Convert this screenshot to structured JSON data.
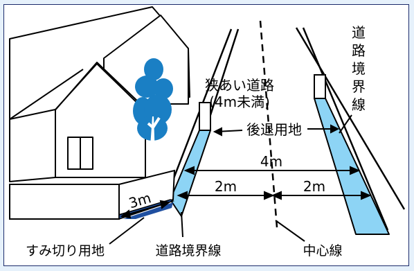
{
  "labels": {
    "narrow_road_line1": "狭あい道路",
    "narrow_road_line2": "(4m未満)",
    "setback_land": "後退用地",
    "boundary_vertical": [
      "道",
      "路",
      "境",
      "界",
      "線"
    ],
    "width_total": "4m",
    "width_left_half": "2m",
    "width_right_half": "2m",
    "corner_cut_size": "3m",
    "corner_cut_land": "すみ切り用地",
    "road_boundary_line": "道路境界線",
    "center_line": "中心線"
  },
  "colors": {
    "background": "#e6f1fb",
    "panel_border": "#1b2a6b",
    "setback_fill": "#8dd4f5",
    "corner_fill": "#1f4fa0",
    "tree_fill": "#1a7fc4",
    "tree_trunk": "#ffffff",
    "line": "#000000"
  },
  "icons": {
    "tree": "tree-icon",
    "house": "house-icon",
    "wall": "wall-icon"
  }
}
